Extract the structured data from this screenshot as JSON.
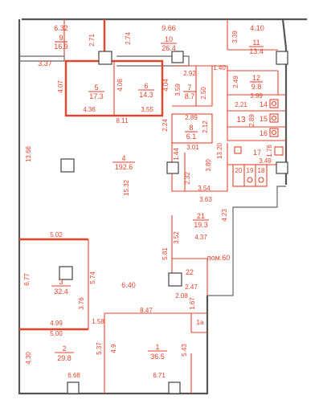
{
  "labels": {
    "room_9_name": "9",
    "room_9_area": "16.9",
    "room_10_name": "10",
    "room_10_area": "26.4",
    "room_11_name": "11",
    "room_11_area": "13.4",
    "room_12_name": "12",
    "room_12_area": "9.8",
    "room_5_name": "5",
    "room_5_area": "17.3",
    "room_6_name": "6",
    "room_6_area": "14.3",
    "room_7_name": "7",
    "room_7_area": "8.7",
    "room_8_name": "8",
    "room_8_area": "6.1",
    "room_13_name": "13",
    "room_14_name": "14",
    "room_15_name": "15",
    "room_16_name": "16",
    "room_17_name": "17",
    "room_18_name": "18",
    "room_19_name": "19",
    "room_20_name": "20",
    "room_4_name": "4",
    "room_4_area": "192.6",
    "room_21_name": "21",
    "room_21_area": "19.3",
    "room_3_name": "3",
    "room_3_area": "32.4",
    "room_22_name": "22",
    "room_2_name": "2",
    "room_2_area": "29.8",
    "room_1_name": "1",
    "room_1_area": "36.5",
    "room_1a_name": "1a",
    "pom_label": "пом.60",
    "d_6_32": "6.32",
    "d_2_71": "2.71",
    "d_2_74": "2.74",
    "d_9_66": "9.66",
    "d_4_10": "4.10",
    "d_3_39": "3.39",
    "d_3_37": "3.37",
    "d_4_07": "4.07",
    "d_4_08": "4.08",
    "d_4_04": "4.04",
    "d_4_36": "4.36",
    "d_3_55": "3.55",
    "d_8_11": "8.11",
    "d_2_92": "2.92",
    "d_1_40": "1.40",
    "d_2_49": "2.49",
    "d_3_59": "3.59",
    "d_2_50": "2.50",
    "d_3_99": "3.99",
    "d_2_21": "2.21",
    "d_2_89a": "2.89",
    "d_2_89b": "2.89",
    "d_2_24": "2.24",
    "d_2_12": "2.12",
    "d_3_01": "3.01",
    "d_13_20": "13.20",
    "d_13_66": "13.66",
    "d_1_44": "1.44",
    "d_3_80": "3.80",
    "d_3_49": "3.49",
    "d_1_76": "1.76",
    "d_2_32": "2.32",
    "d_15_32": "15.32",
    "d_3_54": "3.54",
    "d_3_63": "3.63",
    "d_4_23": "4.23",
    "d_5_02": "5.02",
    "d_3_52": "3.52",
    "d_4_37": "4.37",
    "d_5_81": "5.81",
    "d_6_77": "6.77",
    "d_5_74": "5.74",
    "d_6_40": "6.40",
    "d_2_47": "2.47",
    "d_3_76": "3.76",
    "d_2_08": "2.08",
    "d_1_67": "1.67",
    "d_4_99": "4.99",
    "d_1_58": "1.58",
    "d_8_47": "8.47",
    "d_5_00": "5.00",
    "d_4_30": "4.30",
    "d_5_37": "5.37",
    "d_4_9": "4.9",
    "d_5_43": "5.43",
    "d_6_68": "6.68",
    "d_6_71": "6.71"
  }
}
